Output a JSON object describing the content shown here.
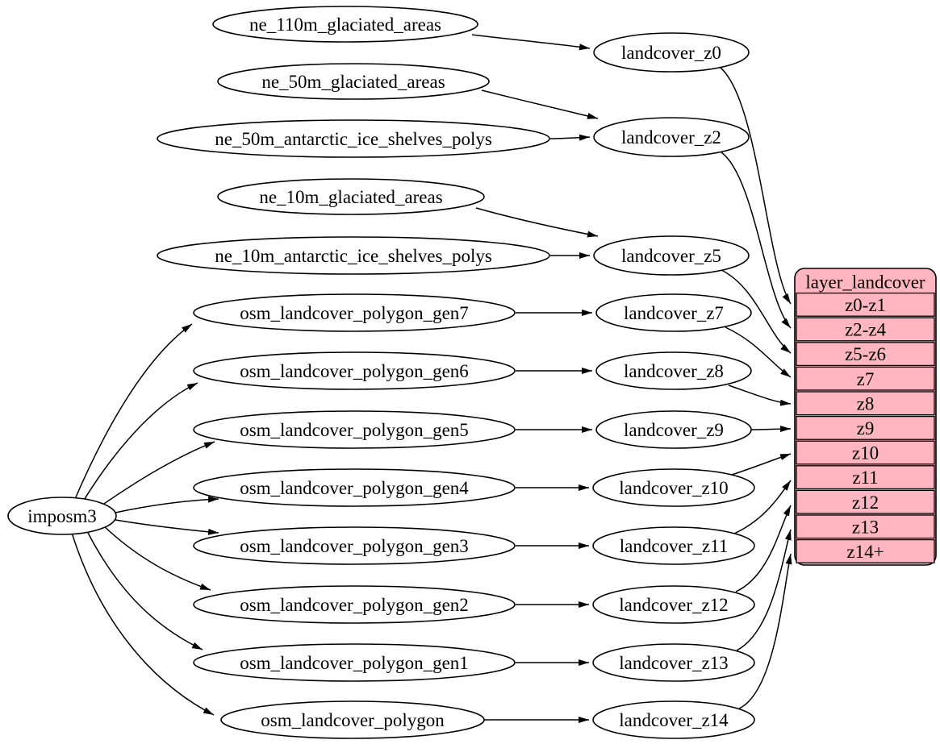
{
  "diagram": {
    "background": "#ffffff",
    "colors": {
      "node_fill": "#ffffff",
      "node_stroke": "#000000",
      "edge": "#000000",
      "table_fill": "#ffb6c1",
      "table_stroke": "#000000",
      "text": "#000000"
    },
    "nodes": [
      {
        "id": "imposm3",
        "label": "imposm3"
      },
      {
        "id": "ne_110m_glaciated_areas",
        "label": "ne_110m_glaciated_areas"
      },
      {
        "id": "ne_50m_glaciated_areas",
        "label": "ne_50m_glaciated_areas"
      },
      {
        "id": "ne_50m_antarctic_ice_shelves_polys",
        "label": "ne_50m_antarctic_ice_shelves_polys"
      },
      {
        "id": "ne_10m_glaciated_areas",
        "label": "ne_10m_glaciated_areas"
      },
      {
        "id": "ne_10m_antarctic_ice_shelves_polys",
        "label": "ne_10m_antarctic_ice_shelves_polys"
      },
      {
        "id": "osm_landcover_polygon_gen7",
        "label": "osm_landcover_polygon_gen7"
      },
      {
        "id": "osm_landcover_polygon_gen6",
        "label": "osm_landcover_polygon_gen6"
      },
      {
        "id": "osm_landcover_polygon_gen5",
        "label": "osm_landcover_polygon_gen5"
      },
      {
        "id": "osm_landcover_polygon_gen4",
        "label": "osm_landcover_polygon_gen4"
      },
      {
        "id": "osm_landcover_polygon_gen3",
        "label": "osm_landcover_polygon_gen3"
      },
      {
        "id": "osm_landcover_polygon_gen2",
        "label": "osm_landcover_polygon_gen2"
      },
      {
        "id": "osm_landcover_polygon_gen1",
        "label": "osm_landcover_polygon_gen1"
      },
      {
        "id": "osm_landcover_polygon",
        "label": "osm_landcover_polygon"
      },
      {
        "id": "landcover_z0",
        "label": "landcover_z0"
      },
      {
        "id": "landcover_z2",
        "label": "landcover_z2"
      },
      {
        "id": "landcover_z5",
        "label": "landcover_z5"
      },
      {
        "id": "landcover_z7",
        "label": "landcover_z7"
      },
      {
        "id": "landcover_z8",
        "label": "landcover_z8"
      },
      {
        "id": "landcover_z9",
        "label": "landcover_z9"
      },
      {
        "id": "landcover_z10",
        "label": "landcover_z10"
      },
      {
        "id": "landcover_z11",
        "label": "landcover_z11"
      },
      {
        "id": "landcover_z12",
        "label": "landcover_z12"
      },
      {
        "id": "landcover_z13",
        "label": "landcover_z13"
      },
      {
        "id": "landcover_z14",
        "label": "landcover_z14"
      }
    ],
    "table": {
      "id": "layer_landcover",
      "title": "layer_landcover",
      "rows": [
        "z0-z1",
        "z2-z4",
        "z5-z6",
        "z7",
        "z8",
        "z9",
        "z10",
        "z11",
        "z12",
        "z13",
        "z14+"
      ]
    },
    "edges": [
      {
        "from": "ne_110m_glaciated_areas",
        "to": "landcover_z0"
      },
      {
        "from": "ne_50m_glaciated_areas",
        "to": "landcover_z2"
      },
      {
        "from": "ne_50m_antarctic_ice_shelves_polys",
        "to": "landcover_z2"
      },
      {
        "from": "ne_10m_glaciated_areas",
        "to": "landcover_z5"
      },
      {
        "from": "ne_10m_antarctic_ice_shelves_polys",
        "to": "landcover_z5"
      },
      {
        "from": "imposm3",
        "to": "osm_landcover_polygon_gen7"
      },
      {
        "from": "imposm3",
        "to": "osm_landcover_polygon_gen6"
      },
      {
        "from": "imposm3",
        "to": "osm_landcover_polygon_gen5"
      },
      {
        "from": "imposm3",
        "to": "osm_landcover_polygon_gen4"
      },
      {
        "from": "imposm3",
        "to": "osm_landcover_polygon_gen3"
      },
      {
        "from": "imposm3",
        "to": "osm_landcover_polygon_gen2"
      },
      {
        "from": "imposm3",
        "to": "osm_landcover_polygon_gen1"
      },
      {
        "from": "imposm3",
        "to": "osm_landcover_polygon"
      },
      {
        "from": "osm_landcover_polygon_gen7",
        "to": "landcover_z7"
      },
      {
        "from": "osm_landcover_polygon_gen6",
        "to": "landcover_z8"
      },
      {
        "from": "osm_landcover_polygon_gen5",
        "to": "landcover_z9"
      },
      {
        "from": "osm_landcover_polygon_gen4",
        "to": "landcover_z10"
      },
      {
        "from": "osm_landcover_polygon_gen3",
        "to": "landcover_z11"
      },
      {
        "from": "osm_landcover_polygon_gen2",
        "to": "landcover_z12"
      },
      {
        "from": "osm_landcover_polygon_gen1",
        "to": "landcover_z13"
      },
      {
        "from": "osm_landcover_polygon",
        "to": "landcover_z14"
      },
      {
        "from": "landcover_z0",
        "to": "layer_landcover",
        "row": "z0-z1"
      },
      {
        "from": "landcover_z2",
        "to": "layer_landcover",
        "row": "z2-z4"
      },
      {
        "from": "landcover_z5",
        "to": "layer_landcover",
        "row": "z5-z6"
      },
      {
        "from": "landcover_z7",
        "to": "layer_landcover",
        "row": "z7"
      },
      {
        "from": "landcover_z8",
        "to": "layer_landcover",
        "row": "z8"
      },
      {
        "from": "landcover_z9",
        "to": "layer_landcover",
        "row": "z9"
      },
      {
        "from": "landcover_z10",
        "to": "layer_landcover",
        "row": "z10"
      },
      {
        "from": "landcover_z11",
        "to": "layer_landcover",
        "row": "z11"
      },
      {
        "from": "landcover_z12",
        "to": "layer_landcover",
        "row": "z12"
      },
      {
        "from": "landcover_z13",
        "to": "layer_landcover",
        "row": "z13"
      },
      {
        "from": "landcover_z14",
        "to": "layer_landcover",
        "row": "z14+"
      }
    ]
  }
}
